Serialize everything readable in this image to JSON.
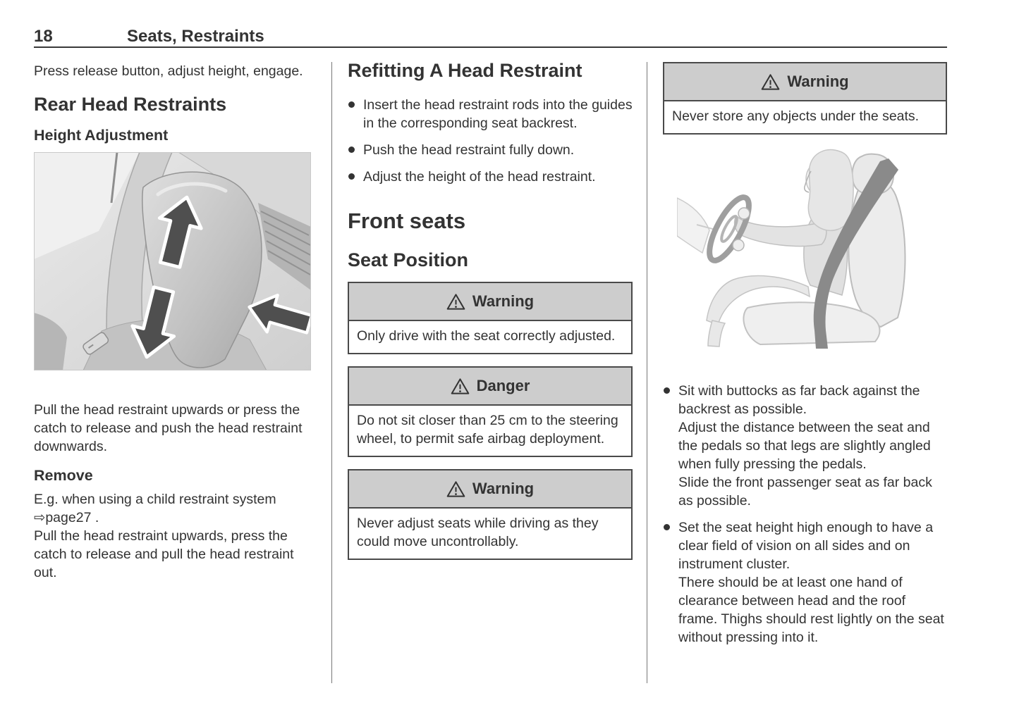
{
  "page_header": {
    "number": "18",
    "title": "Seats, Restraints"
  },
  "left_column": {
    "intro": "Press release button, adjust height, engage.",
    "section_heading": "Rear Head Restraints",
    "subsection_heading": "Height Adjustment",
    "figure": "rear-head-restraint-height-adjustment-illustration",
    "adjust_paragraph": "Pull the head restraint upwards or press the catch to release and push the head restraint downwards.",
    "remove_heading": "Remove",
    "remove_intro": "E.g. when using a child restraint system",
    "remove_page_reference": "⇨page27 .",
    "remove_paragraph": "Pull the head restraint upwards, press the catch to release and pull the head restraint out."
  },
  "middle_column": {
    "heading": "Refitting A Head Restraint",
    "bullets": [
      "Insert the head restraint rods into the guides in the corresponding seat backrest.",
      "Push the head restraint fully down.",
      "Adjust the height of the head restraint."
    ],
    "section_heading": "Front seats",
    "subsection_heading": "Seat Position",
    "warning_box_1": {
      "title": "Warning",
      "text": "Only drive with the seat correctly adjusted."
    },
    "danger_box": {
      "title": "Danger",
      "text": "Do not sit closer than 25 cm to the steering wheel, to permit safe airbag deployment."
    },
    "warning_box_2": {
      "title": "Warning",
      "text": "Never adjust seats while driving as they could move uncontrollably."
    }
  },
  "right_column": {
    "warning_box": {
      "title": "Warning",
      "text": "Never store any objects under the seats."
    },
    "figure": "correct-seating-position-illustration",
    "bullets": [
      "Sit with buttocks as far back against the backrest as possible.\nAdjust the distance between the seat and the pedals so that legs are slightly angled when fully pressing the pedals.\nSlide the front passenger seat as far back as possible.",
      "Set the seat height high enough to have a clear field of vision on all sides and on instrument cluster.\nThere should be at least one hand of clearance between head and the roof frame. Thighs should rest lightly on the seat without pressing into it."
    ]
  },
  "icons": {
    "warning_triangle": "warning-triangle-icon"
  },
  "colors": {
    "text": "#333333",
    "box_border": "#4a4a4a",
    "box_header_bg": "#cdcdcd",
    "divider": "#777777",
    "header_rule": "#3a3a3a",
    "seatbelt_gray": "#8a8a8a",
    "arrow_gray": "#4f4f4f"
  }
}
